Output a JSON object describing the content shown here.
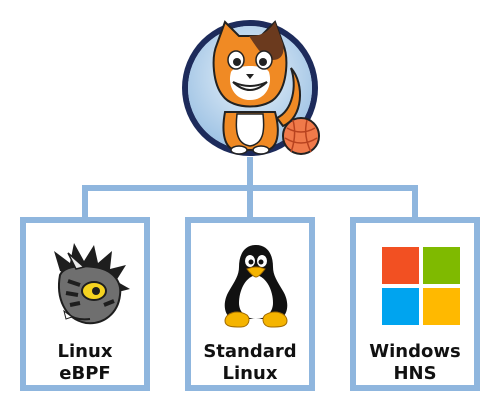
{
  "diagram": {
    "root": {
      "icon": "calico-cat-mascot-icon"
    },
    "children": [
      {
        "icon": "ebpf-bee-mascot-icon",
        "label_line1": "Linux",
        "label_line2": "eBPF"
      },
      {
        "icon": "linux-tux-penguin-icon",
        "label_line1": "Standard",
        "label_line2": "Linux"
      },
      {
        "icon": "windows-logo-icon",
        "label_line1": "Windows",
        "label_line2": "HNS"
      }
    ],
    "colors": {
      "connector": "#8fb6de",
      "mascot_circle": "#c9dff2",
      "mascot_ring": "#1d2b5b",
      "cat_orange": "#f08a24",
      "windows_red": "#f25022",
      "windows_green": "#7fba00",
      "windows_blue": "#00a4ef",
      "windows_yellow": "#ffb900"
    }
  }
}
